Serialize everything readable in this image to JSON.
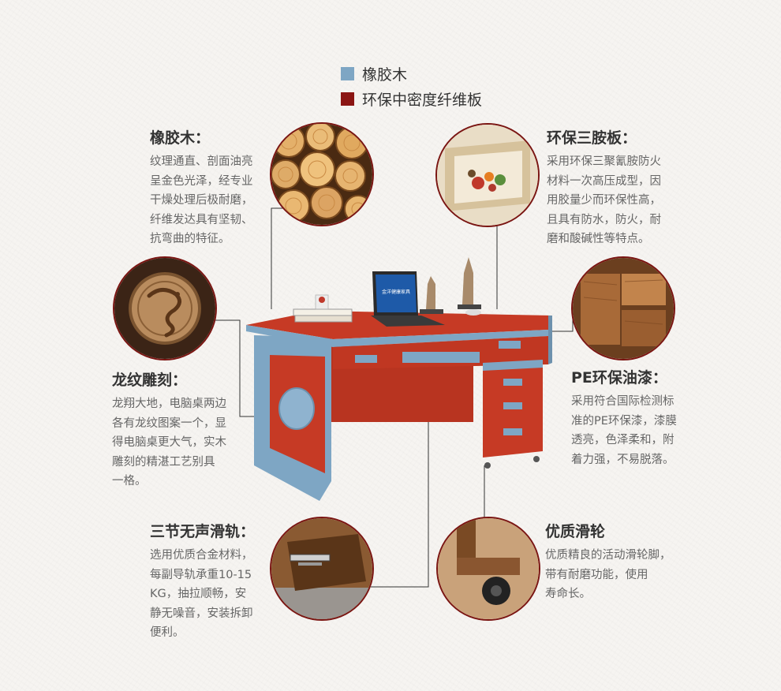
{
  "legend": [
    {
      "label": "橡胶木",
      "color": "#7ea6c4"
    },
    {
      "label": "环保中密度纤维板",
      "color": "#8b1513"
    }
  ],
  "features": {
    "rubberwood": {
      "title": "橡胶木：",
      "lines": [
        "纹理通直、剖面油亮",
        "呈金色光泽，经专业",
        "干燥处理后极耐磨，",
        "纤维发达具有坚韧、",
        "抗弯曲的特征。"
      ],
      "icon": "wood-logs-icon"
    },
    "melamine": {
      "title": "环保三胺板：",
      "lines": [
        "采用环保三聚氰胺防火",
        "材料一次高压成型，因",
        "用胶量少而环保性高，",
        "且具有防水，防火，耐",
        "磨和酸碱性等特点。"
      ],
      "icon": "drawer-interior-icon"
    },
    "dragon": {
      "title": "龙纹雕刻：",
      "lines": [
        "龙翔大地，电脑桌两边",
        "各有龙纹图案一个，显",
        "得电脑桌更大气，实木",
        "雕刻的精湛工艺别具",
        "一格。"
      ],
      "icon": "dragon-carving-icon"
    },
    "pe_paint": {
      "title": "PE环保油漆：",
      "lines": [
        "采用符合国际检测标",
        "准的PE环保漆，漆膜",
        "透亮，色泽柔和，附",
        "着力强，不易脱落。"
      ],
      "icon": "wood-corner-icon"
    },
    "slide_rail": {
      "title": "三节无声滑轨：",
      "lines": [
        "选用优质合金材料，",
        "每副导轨承重10-15",
        "KG，抽拉顺畅，安",
        "静无噪音，安装拆卸",
        "便利。"
      ],
      "icon": "slide-rail-icon"
    },
    "caster": {
      "title": "优质滑轮",
      "lines": [
        "优质精良的活动滑轮脚，",
        "带有耐磨功能，使用",
        "寿命长。"
      ],
      "icon": "caster-wheel-icon"
    }
  },
  "desk": {
    "laptop_screen_text": "金洋健康家具",
    "top_color": "#c63a25",
    "frame_color": "#7ea6c4"
  }
}
